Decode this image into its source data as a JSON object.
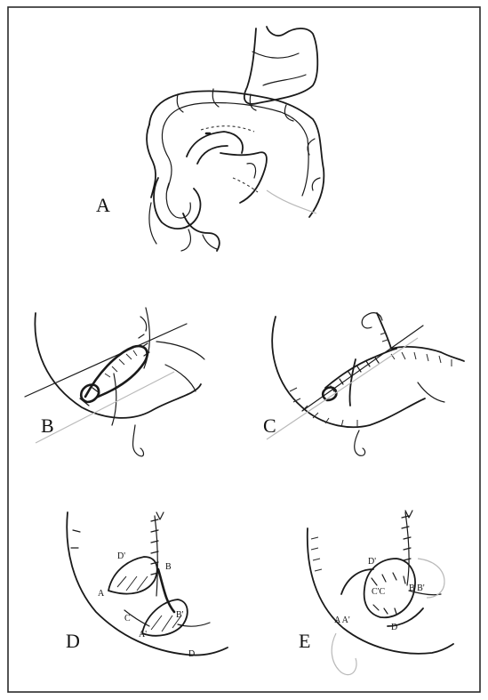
{
  "panels": {
    "a": {
      "label": "A"
    },
    "b": {
      "label": "B"
    },
    "c": {
      "label": "C"
    },
    "d": {
      "label": "D",
      "markers": [
        "D'",
        "B",
        "A",
        "C",
        "B'",
        "A'",
        "D"
      ]
    },
    "e": {
      "label": "E",
      "markers": [
        "D'",
        "C'C",
        "B B'",
        "A A'",
        "D"
      ]
    }
  },
  "colors": {
    "ink": "#1a1a1a",
    "paper": "#ffffff",
    "pencil": "#b9b9b9"
  }
}
